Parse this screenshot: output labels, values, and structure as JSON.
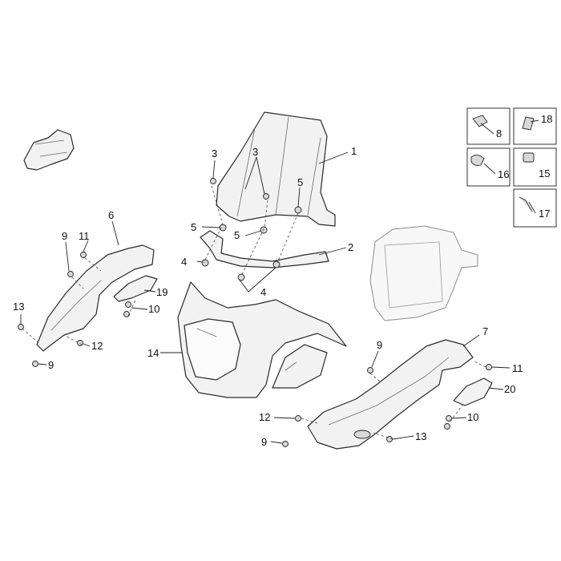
{
  "callouts": {
    "c1": "1",
    "c2": "2",
    "c3a": "3",
    "c3b": "3",
    "c4a": "4",
    "c4b": "4",
    "c5a": "5",
    "c5b": "5",
    "c5c": "5",
    "c6": "6",
    "c7": "7",
    "c8": "8",
    "c9a": "9",
    "c9b": "9",
    "c9c": "9",
    "c9d": "9",
    "c10a": "10",
    "c10b": "10",
    "c11a": "11",
    "c11b": "11",
    "c12a": "12",
    "c12b": "12",
    "c13a": "13",
    "c13b": "13",
    "c14": "14",
    "c15": "15",
    "c16": "16",
    "c17": "17",
    "c18": "18",
    "c19": "19",
    "c20": "20"
  }
}
